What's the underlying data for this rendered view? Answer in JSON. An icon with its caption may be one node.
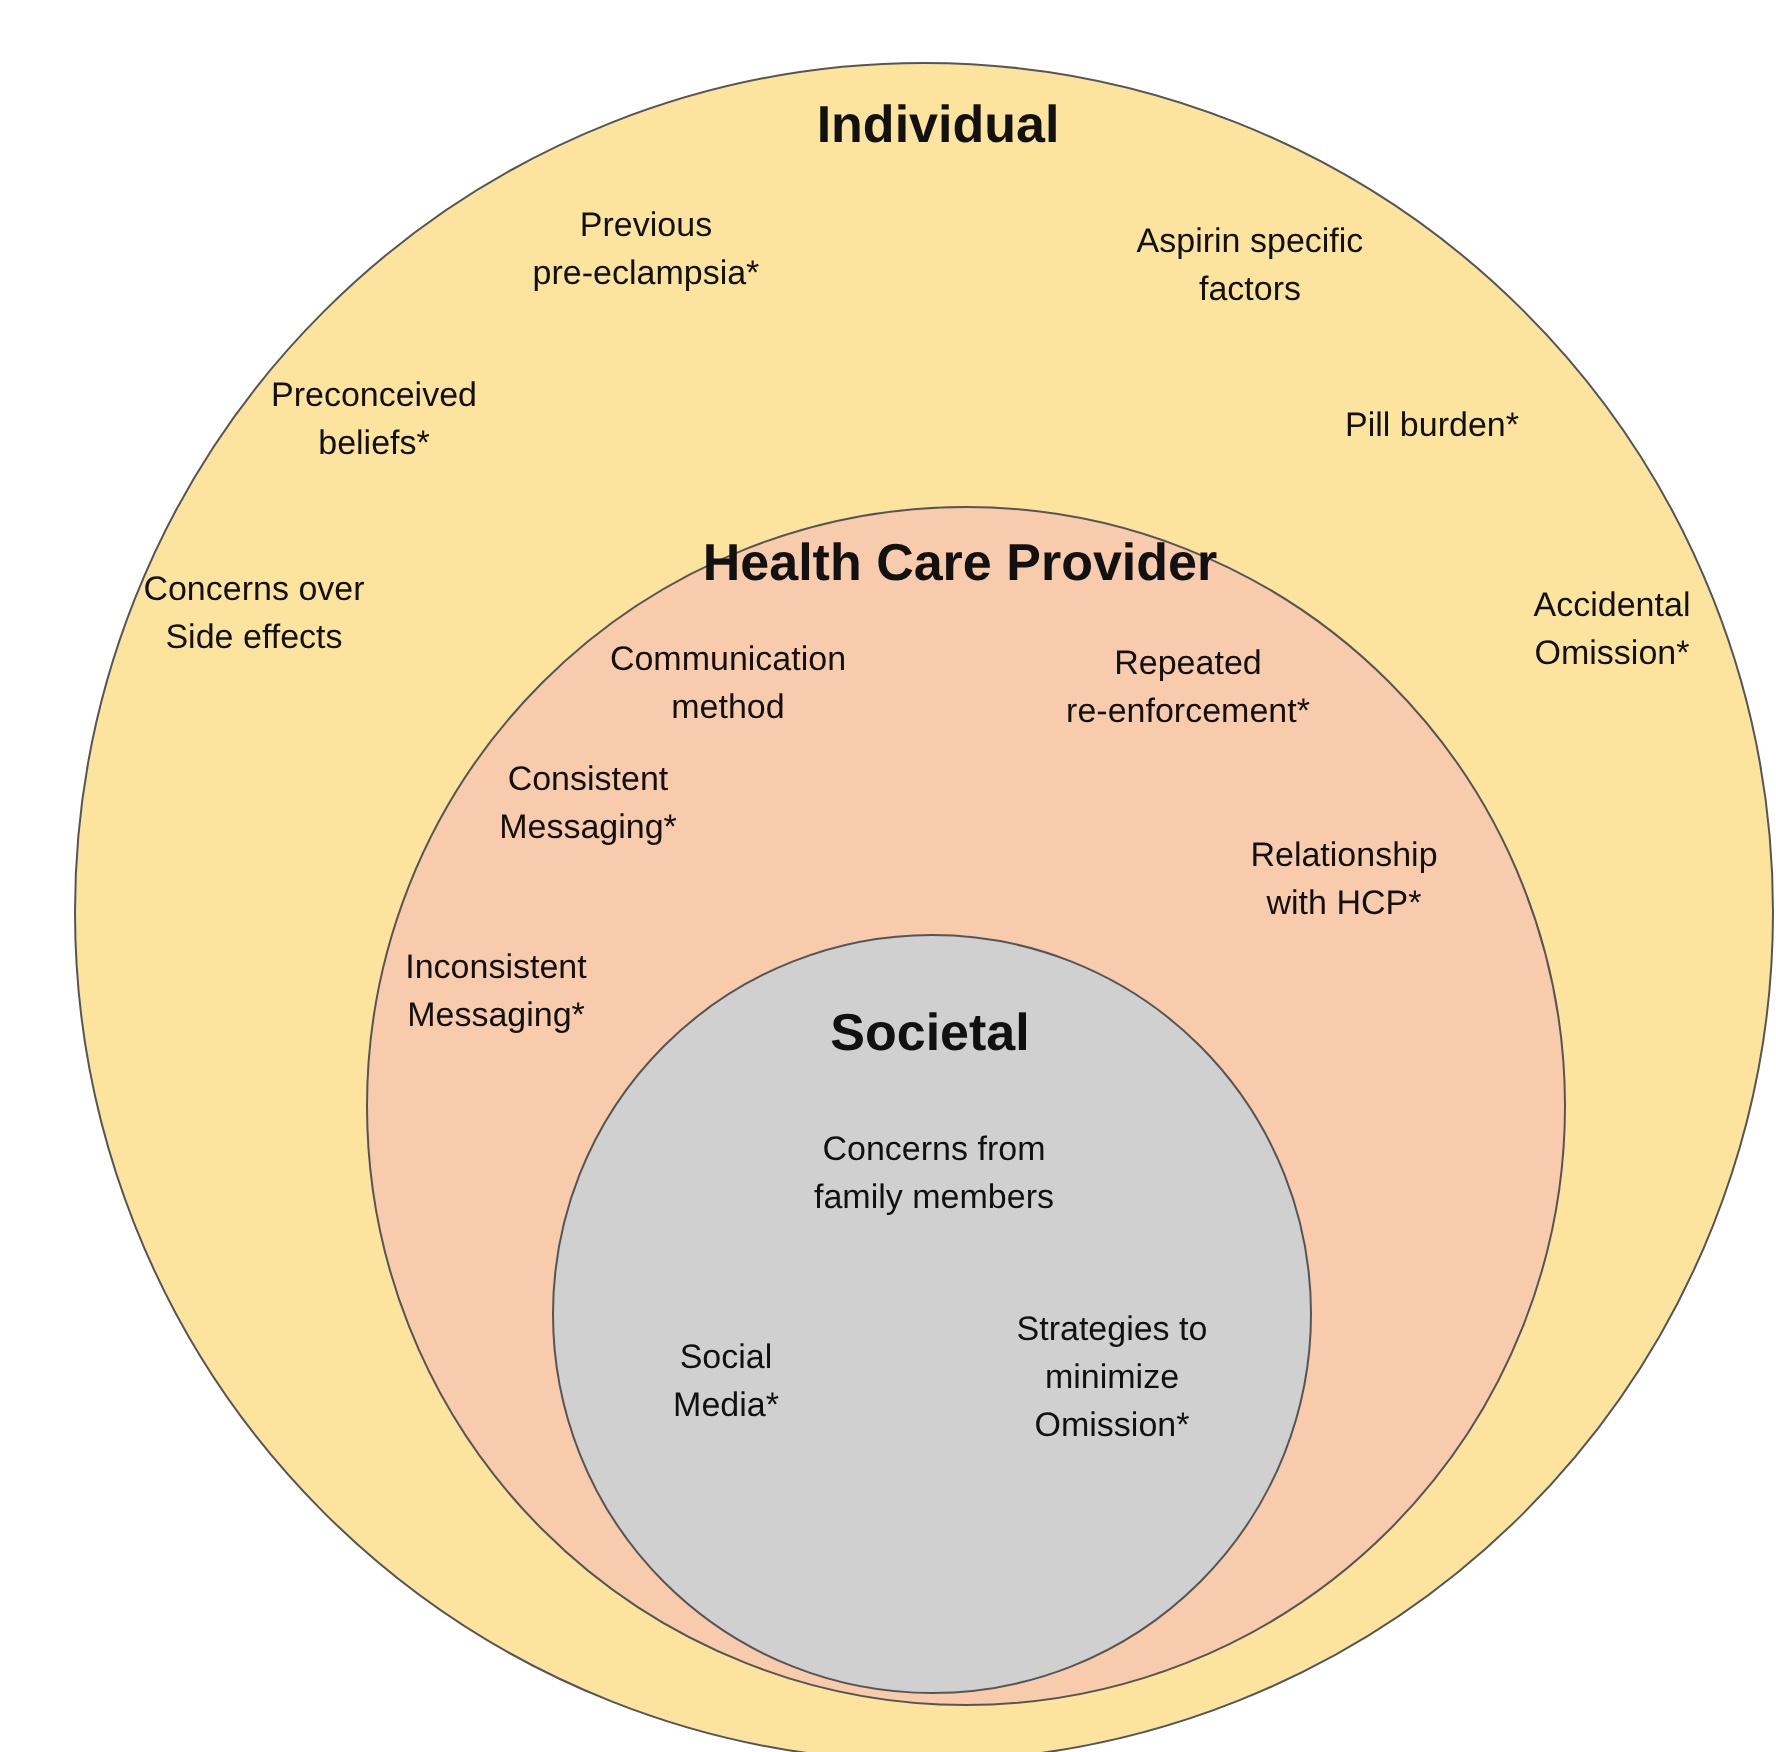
{
  "diagram": {
    "nodes": [
      {
        "text": [
          "Individual",
          "Previous pre-eclampsia*",
          "Aspirin specific factors",
          "Preconceived beliefs*",
          "Pill burden*",
          "Concerns over Side effects",
          "Accidental Omission*"
        ]
      },
      {
        "text": [
          "Health Care Provider",
          "Communication method",
          "Repeated re-enforcement*",
          "Consistent Messaging*",
          "Relationship with HCP*",
          "Inconsistent Messaging*"
        ],
        "in": 0
      },
      {
        "text": [
          "Societal",
          "Concerns from family members",
          "Social Media*",
          "Strategies to minimize Omission*"
        ],
        "in": 1
      }
    ]
  }
}
